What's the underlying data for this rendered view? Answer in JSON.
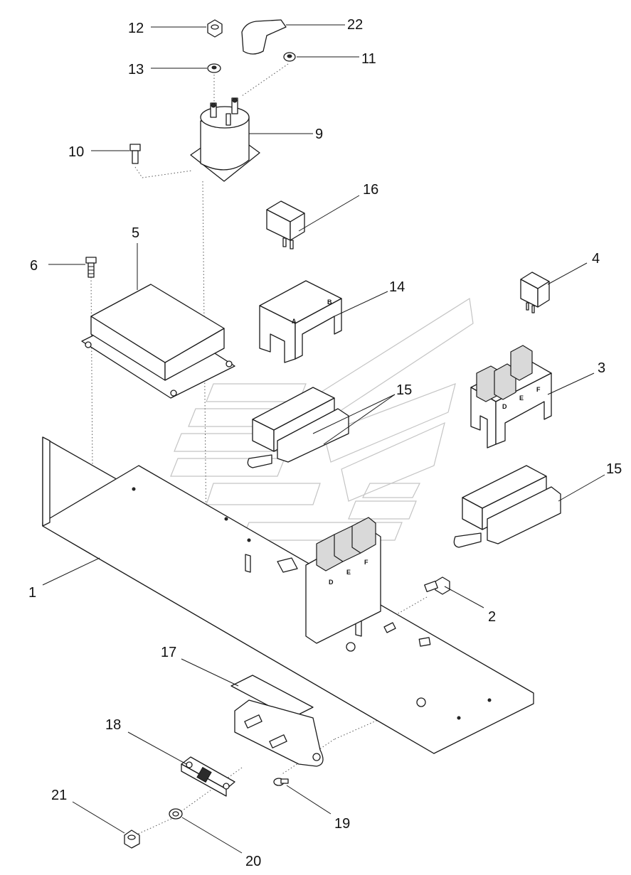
{
  "callouts": {
    "c1": "1",
    "c2": "2",
    "c3": "3",
    "c4": "4",
    "c5": "5",
    "c6": "6",
    "c9": "9",
    "c10": "10",
    "c11": "11",
    "c12": "12",
    "c13": "13",
    "c14": "14",
    "c15a": "15",
    "c15b": "15",
    "c16": "16",
    "c17": "17",
    "c18": "18",
    "c19": "19",
    "c20": "20",
    "c21": "21",
    "c22": "22"
  },
  "part_markings": {
    "base14_a": "A",
    "base14_b": "B",
    "base3_d": "D",
    "base3_e": "E",
    "base3_f": "F",
    "baseMain_d": "D",
    "baseMain_e": "E",
    "baseMain_f": "F"
  },
  "colors": {
    "line": "#1a1a1a",
    "watermark": "#c4c4c4",
    "background": "#ffffff"
  }
}
